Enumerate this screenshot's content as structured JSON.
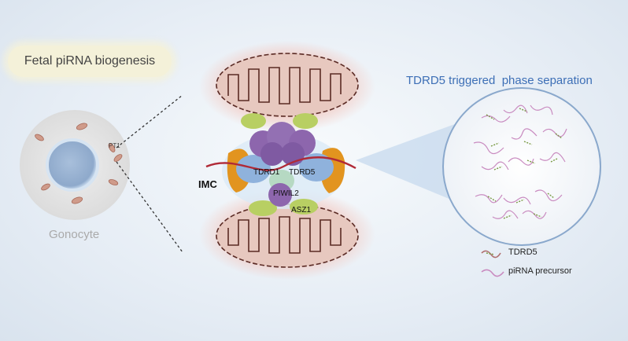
{
  "title": "Fetal piRNA biogenesis",
  "cell_label": "Gonocyte",
  "cell_zoom_label": "PT1",
  "complex_label": "IMC",
  "proteins": {
    "tdrd1": "TDRD1",
    "tdrd5": "TDRD5",
    "piwil2": "PIWIL2",
    "asz1": "ASZ1"
  },
  "phase_title": "TDRD5 triggered  phase separation",
  "legend": {
    "tdrd5": "TDRD5",
    "pirna": "piRNA precursor"
  },
  "colors": {
    "title_blue": "#3d6fb6",
    "pirna": "#c98bc0",
    "tdrd5_line": "#b07070",
    "mito": "#e7c8bf",
    "orange": "#e2941f",
    "purple": "#8d66ad",
    "green": "#b8cf63",
    "blue": "#8fb2dc",
    "rna": "#b02a37"
  }
}
